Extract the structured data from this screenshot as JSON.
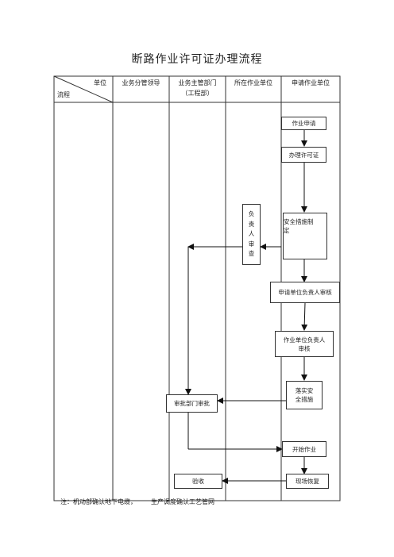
{
  "title": "断路作业许可证办理流程",
  "header": {
    "corner_top": "单位",
    "corner_bottom": "流程",
    "col1": "业务分管领导",
    "col2_line1": "业务主管部门",
    "col2_line2": "（工程部）",
    "col3": "所在作业单位",
    "col4": "申请作业单位"
  },
  "boxes": {
    "apply": "作业申请",
    "permit": "办理许可证",
    "safety_line1": "安全措施制",
    "safety_line2": "定",
    "reviewer_chars": [
      "负",
      "责",
      "人",
      "审",
      "查"
    ],
    "applicant_review": "申请单位负责人审核",
    "work_review_line1": "作业单位负责人",
    "work_review_line2": "审核",
    "implement_line1": "落实安",
    "implement_line2": "全措施",
    "approve": "审批部门审批",
    "start": "开始作业",
    "accept": "验收",
    "restore": "现场恢复"
  },
  "note": {
    "part1": "注：机动部确认地下电缆，",
    "part2": "生产调度确认工艺管网"
  }
}
